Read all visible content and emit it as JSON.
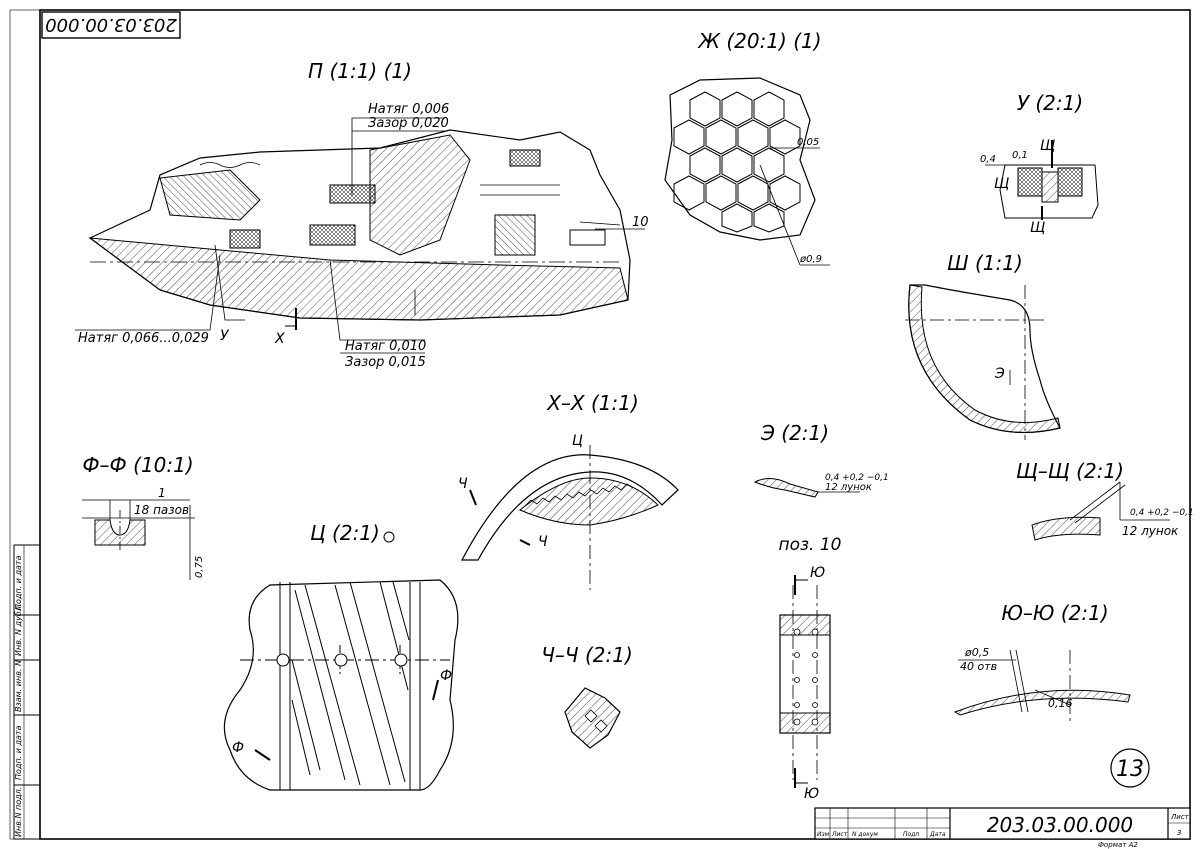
{
  "sheet": {
    "doc_number": "203.03.00.000",
    "doc_number_corner": "203.03.00.000",
    "sheet_number": "13",
    "format": "Формат А2"
  },
  "views": {
    "P": {
      "title": "П (1:1) (1)",
      "fit1_a": "Натяг 0,006",
      "fit1_b": "Зазор 0,020",
      "fit2_a": "Натяг 0,010",
      "fit2_b": "Зазор 0,015",
      "fit3": "Натяг 0,066...0,029",
      "pos10": "10",
      "mark_u": "У",
      "mark_x": "Х"
    },
    "Zh": {
      "title": "Ж (20:1) (1)",
      "dim1": "0,05",
      "dim2": "ø0,9"
    },
    "U": {
      "title": "У (2:1)",
      "dim1": "0,4",
      "dim2": "0,1",
      "mark": "Щ"
    },
    "Sh": {
      "title": "Ш (1:1)",
      "mark": "Э"
    },
    "XX": {
      "title": "Х–Х (1:1)",
      "mark": "Ц",
      "mark2": "Ч"
    },
    "E": {
      "title": "Э (2:1)",
      "tol": "0,4 +0,2 −0,1",
      "count": "12 лунок"
    },
    "ShchShch": {
      "title": "Щ–Щ (2:1)",
      "tol": "0,4 +0,2 −0,1",
      "count": "12 лунок"
    },
    "FF": {
      "title": "Ф–Ф (10:1)",
      "dim1": "1",
      "dim2": "18 пазов",
      "dim3": "0,75"
    },
    "Ts": {
      "title": "Ц (2:1)",
      "mark": "Ф"
    },
    "pos10": {
      "title": "поз. 10",
      "mark": "Ю"
    },
    "ChCh": {
      "title": "Ч–Ч (2:1)"
    },
    "YuYu": {
      "title": "Ю–Ю (2:1)",
      "dim1": "ø0,5",
      "dim2": "40 отв",
      "dim3": "0,16"
    }
  },
  "side_stamp": [
    "Инв.N подл.",
    "Подп. и дата",
    "Взам. инв. N",
    "Инв. N дубл.",
    "Подп. и дата"
  ],
  "title_block": {
    "col_headers": [
      "Изм",
      "Лист",
      "N докум",
      "Подп",
      "Дата"
    ],
    "sheet_label": "Лист",
    "sheet_value": "3"
  }
}
